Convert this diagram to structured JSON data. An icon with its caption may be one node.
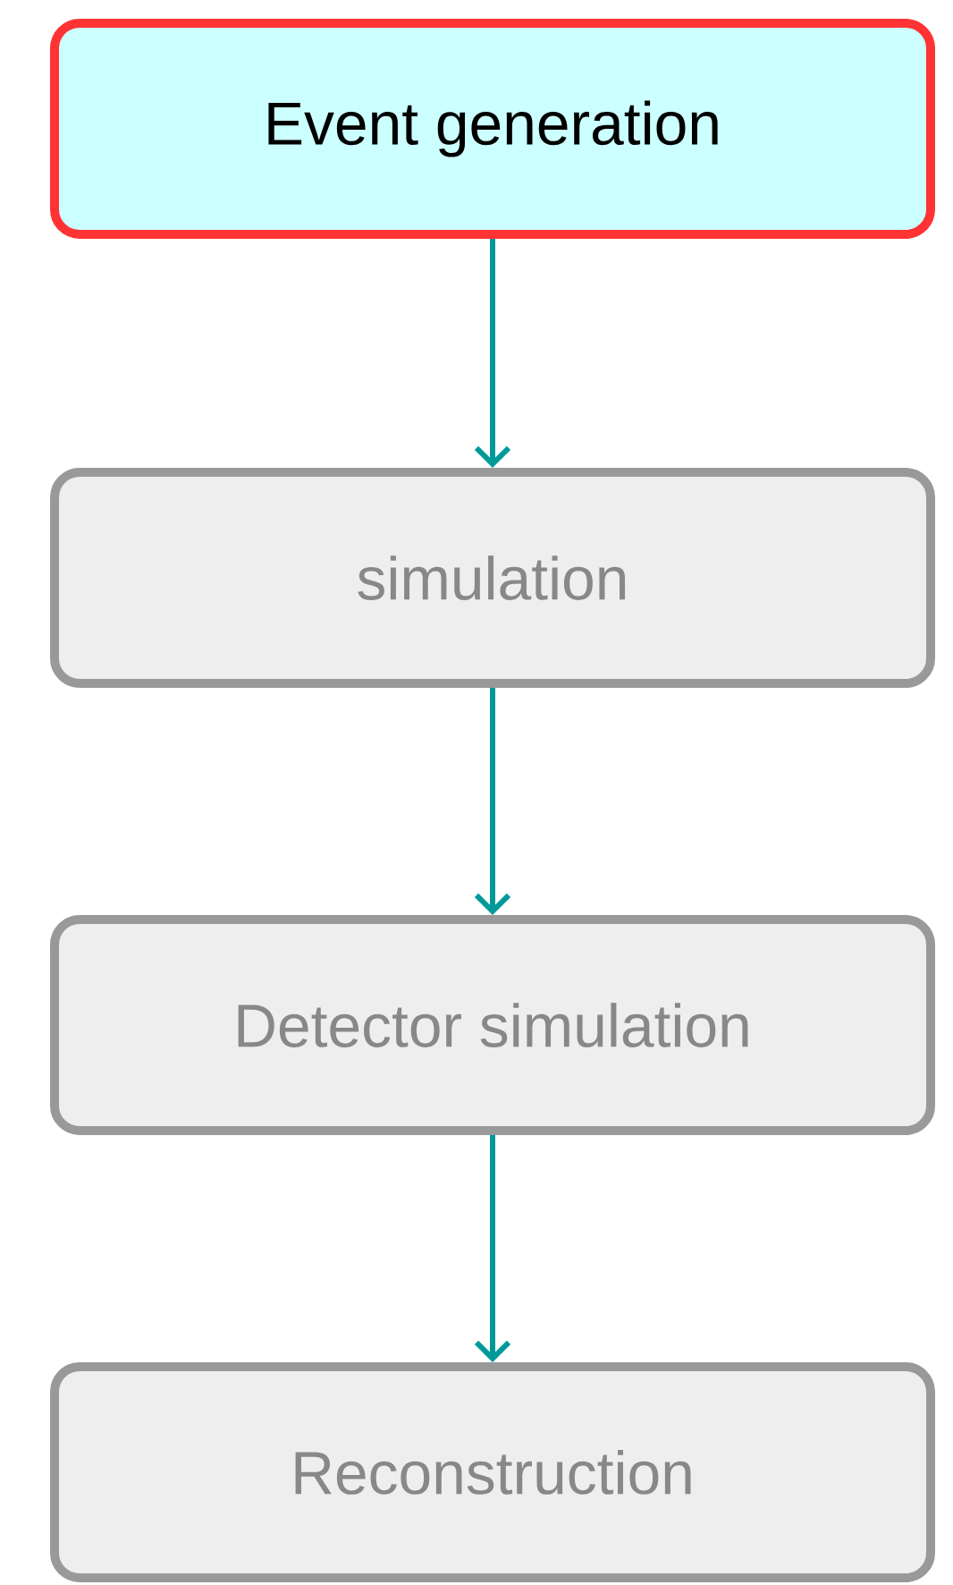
{
  "diagram": {
    "nodes": [
      {
        "text": [
          "Event generation"
        ]
      },
      {
        "text": [
          "simulation"
        ]
      },
      {
        "text": [
          "Detector simulation"
        ]
      },
      {
        "text": [
          "Reconstruction"
        ]
      }
    ],
    "edges": [
      {
        "from": 0,
        "to": 1,
        "arrow": "to"
      },
      {
        "from": 1,
        "to": 2,
        "arrow": "to"
      },
      {
        "from": 2,
        "to": 3,
        "arrow": "to"
      }
    ]
  }
}
